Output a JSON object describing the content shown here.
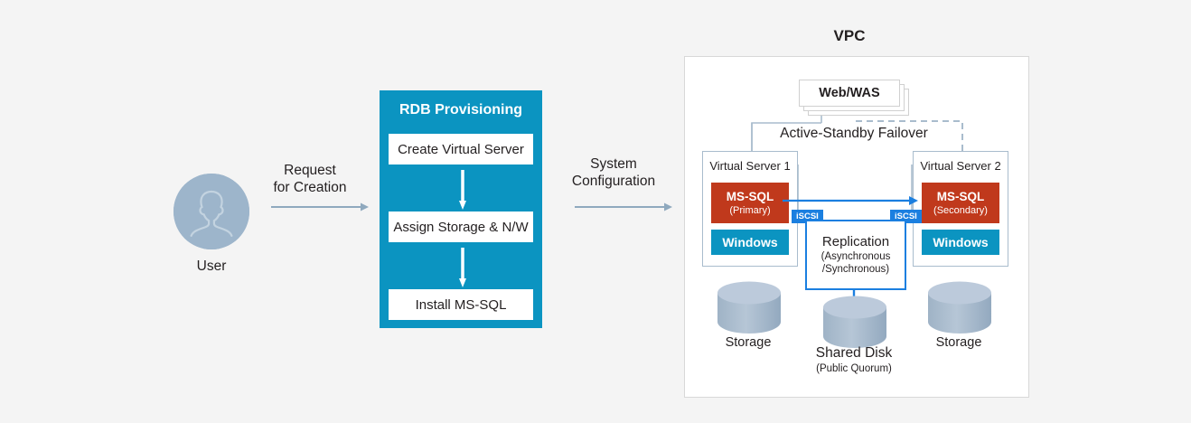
{
  "flow": {
    "user_label": "User",
    "user_icon": "user-avatar-icon",
    "request_label_line1": "Request",
    "request_label_line2": "for Creation",
    "system_label_line1": "System",
    "system_label_line2": "Configuration"
  },
  "rdb": {
    "title": "RDB Provisioning",
    "steps": [
      "Create Virtual Server",
      "Assign Storage & N/W",
      "Install MS-SQL"
    ]
  },
  "vpc": {
    "title": "VPC",
    "webwas_label": "Web/WAS",
    "failover_label": "Active-Standby Failover",
    "servers": [
      {
        "title": "Virtual Server 1",
        "db_name": "MS-SQL",
        "db_role": "(Primary)",
        "os_name": "Windows",
        "storage_label": "Storage"
      },
      {
        "title": "Virtual Server 2",
        "db_name": "MS-SQL",
        "db_role": "(Secondary)",
        "os_name": "Windows",
        "storage_label": "Storage"
      }
    ],
    "iscsi_left": "iSCSI",
    "iscsi_right": "iSCSI",
    "replication": {
      "title": "Replication",
      "sub1": "(Asynchronous",
      "sub2": "/Synchronous)"
    },
    "shared_disk": {
      "label": "Shared Disk",
      "sub": "(Public Quorum)"
    }
  },
  "colors": {
    "background": "#f4f4f4",
    "brand_blue": "#0b94c1",
    "db_red": "#c0391c",
    "link_blue": "#1b7fe0",
    "connector_gray": "#a9bccd",
    "avatar_blue": "#9db5cb",
    "cylinder_top": "#b9c8d8",
    "cylinder_body": "#a8bbcd"
  }
}
